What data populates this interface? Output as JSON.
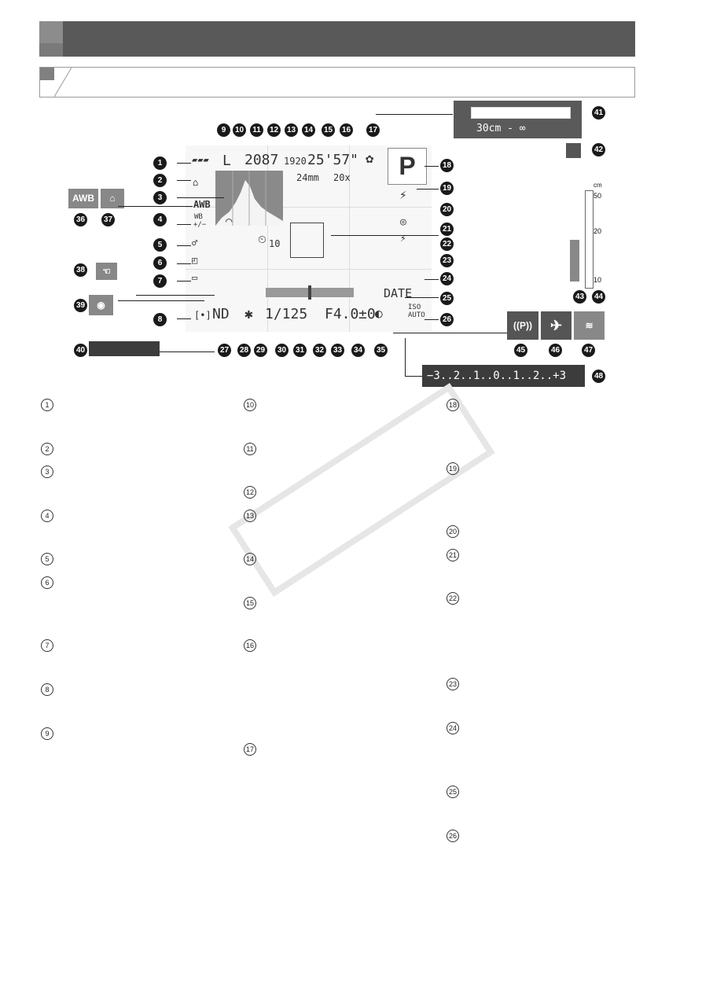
{
  "screen": {
    "battery_icon": "battery-icon",
    "image_size": "L",
    "shots_remaining": "2087",
    "movie_quality": "1920",
    "recording_time": "25'57\"",
    "focal_length": "24mm",
    "zoom_ratio": "20x",
    "shutter_speed": "1/125",
    "aperture": "F4.0",
    "exposure_comp": "±0",
    "nd_filter": "ND",
    "date_stamp": "DATE",
    "iso_top": "ISO",
    "iso_bottom": "AUTO",
    "self_timer_count": "10",
    "wb_label": "WB",
    "wb_adjust": "+/−",
    "shooting_mode": "P",
    "awb": "AWB"
  },
  "zoom_box": {
    "range_text": "30cm - ∞"
  },
  "focus_scale": {
    "unit": "cm",
    "marks": [
      "50",
      "20",
      "10"
    ]
  },
  "exposure_scale": {
    "text": "−3..2..1..0..1..2..+3"
  },
  "callouts": [
    "1",
    "2",
    "3",
    "4",
    "5",
    "6",
    "7",
    "8",
    "9",
    "10",
    "11",
    "12",
    "13",
    "14",
    "15",
    "16",
    "17",
    "18",
    "19",
    "20",
    "21",
    "22",
    "23",
    "24",
    "25",
    "26",
    "27",
    "28",
    "29",
    "30",
    "31",
    "32",
    "33",
    "34",
    "35",
    "36",
    "37",
    "38",
    "39",
    "40",
    "41",
    "42",
    "43",
    "44",
    "45",
    "46",
    "47",
    "48"
  ],
  "list_col1": [
    "1",
    "2",
    "3",
    "4",
    "5",
    "6",
    "7",
    "8",
    "9"
  ],
  "list_col2": [
    "10",
    "11",
    "12",
    "13",
    "14",
    "15",
    "16",
    "17"
  ],
  "list_col3": [
    "18",
    "19",
    "20",
    "21",
    "22",
    "23",
    "24",
    "25",
    "26"
  ]
}
